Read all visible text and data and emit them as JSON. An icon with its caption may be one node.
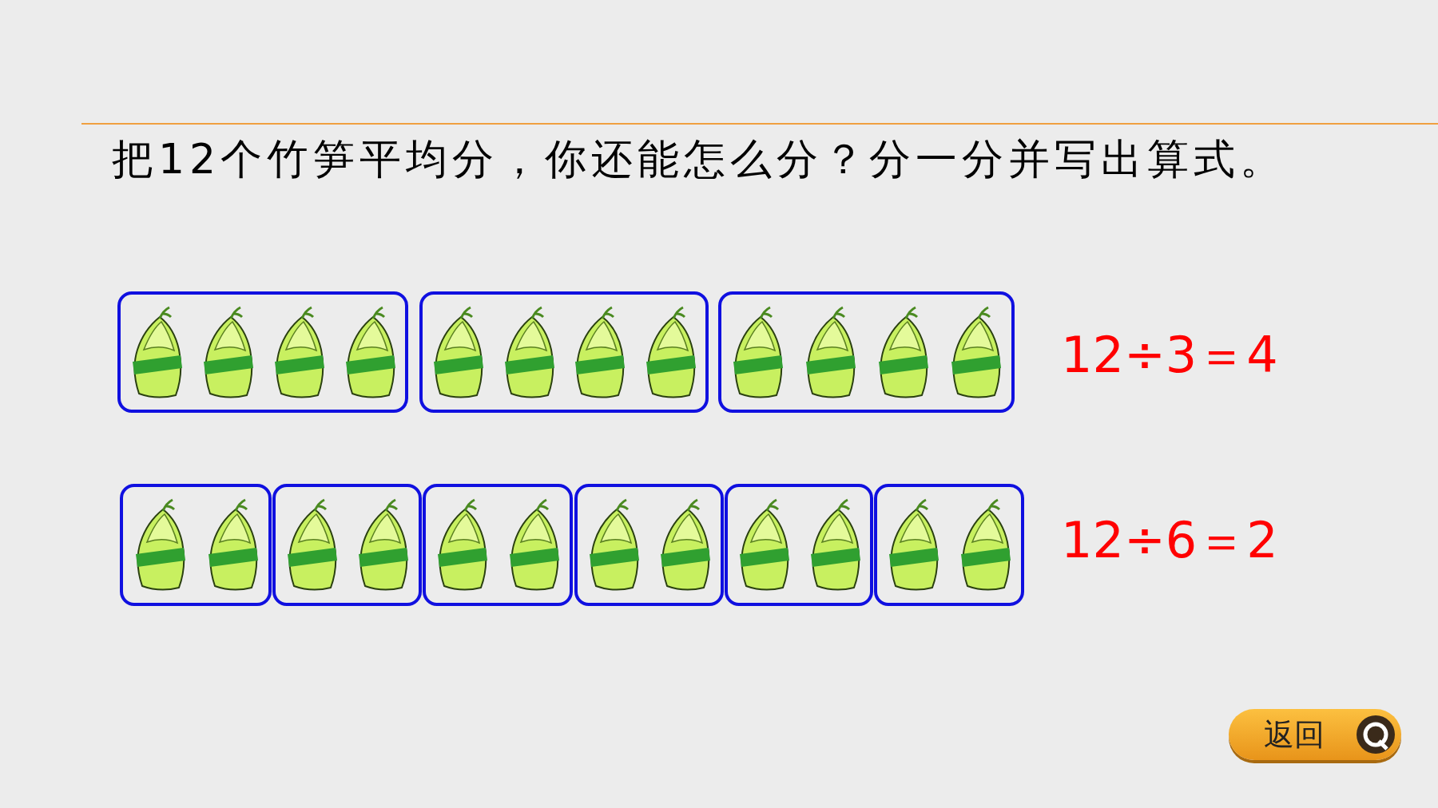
{
  "diagram": {
    "title": "把12个竹笋平均分，你还能怎么分？分一分并写出算式。",
    "nodes": [
      {
        "text": [],
        "shape": "box"
      },
      {
        "text": [],
        "shape": "box"
      },
      {
        "text": [],
        "shape": "box"
      },
      {
        "text": [],
        "shape": "box"
      },
      {
        "text": [],
        "shape": "box"
      },
      {
        "text": [],
        "shape": "box"
      },
      {
        "text": [],
        "shape": "box"
      },
      {
        "text": [],
        "shape": "box"
      },
      {
        "text": [],
        "shape": "box"
      }
    ],
    "labels": [
      "12÷3＝4",
      "12÷6＝2",
      "返回"
    ]
  }
}
